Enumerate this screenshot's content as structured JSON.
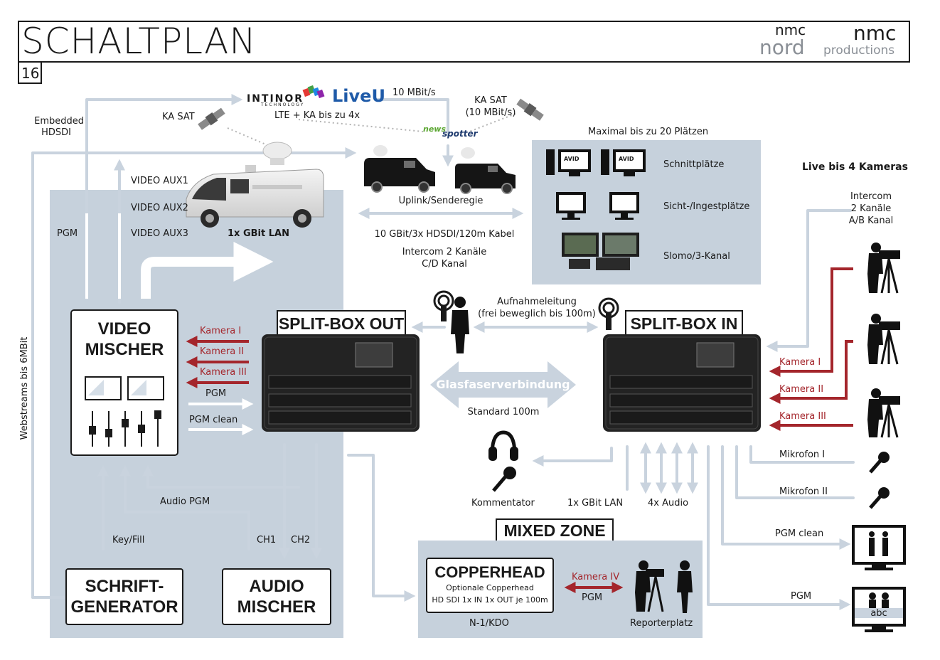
{
  "header": {
    "title": "SCHALTPLAN",
    "page_number": "16",
    "logo_nord_top": "nmc",
    "logo_nord_bottom": "nord",
    "logo_prod_top": "nmc",
    "logo_prod_bottom": "productions"
  },
  "brands": {
    "intinor": "INTINOR",
    "intinor_sub": "TECHNOLOGY",
    "liveu": "LiveU",
    "newspotter_top": "news",
    "newspotter_bottom": "spotter"
  },
  "uplink": {
    "embedded": "Embedded",
    "hdsdi": "HDSDI",
    "ka_sat_left": "KA SAT",
    "lte": "LTE + KA bis zu 4x",
    "rate": "10 MBit/s",
    "ka_sat_right": "KA SAT",
    "ka_sat_right_rate": "(10 MBit/s)",
    "uplink_label": "Uplink/Senderegie",
    "cable": "10 GBit/3x HDSDI/120m Kabel",
    "intercom_cd_1": "Intercom 2 Kanäle",
    "intercom_cd_2": "C/D Kanal"
  },
  "ob_van": {
    "video_aux1": "VIDEO AUX1",
    "video_aux2": "VIDEO AUX2",
    "video_aux3": "VIDEO AUX3",
    "lan": "1x GBit LAN",
    "pgm": "PGM",
    "webstreams": "Webstreams bis 6MBit"
  },
  "workstations": {
    "heading": "Maximal bis zu 20 Plätzen",
    "schnitt": "Schnittplätze",
    "sicht": "Sicht-/Ingestplätze",
    "slomo": "Slomo/3-Kanal",
    "avid": "AVID"
  },
  "video_mixer": {
    "title_line1": "VIDEO",
    "title_line2": "MISCHER",
    "in_cam1": "Kamera I",
    "in_cam2": "Kamera II",
    "in_cam3": "Kamera III",
    "out_pgm": "PGM",
    "out_pgm_clean": "PGM clean"
  },
  "split_out": {
    "title": "SPLIT-BOX OUT"
  },
  "split_in": {
    "title": "SPLIT-BOX IN"
  },
  "fiber": {
    "recording_line_1": "Aufnahmeleitung",
    "recording_line_2": "(frei beweglich bis 100m)",
    "glasfaser": "Glasfaserverbindung",
    "standard": "Standard 100m"
  },
  "lower": {
    "audio_pgm": "Audio PGM",
    "key_fill": "Key/Fill",
    "ch1": "CH1",
    "ch2": "CH2",
    "schrift_line1": "SCHRIFT-",
    "schrift_line2": "GENERATOR",
    "audio_line1": "AUDIO",
    "audio_line2": "MISCHER",
    "kommentator": "Kommentator",
    "lan": "1x GBit LAN",
    "audio4": "4x Audio"
  },
  "mixed_zone": {
    "title": "MIXED ZONE",
    "copperhead": "COPPERHEAD",
    "copper_sub1": "Optionale Copperhead",
    "copper_sub2": "HD SDI 1x IN 1x OUT je 100m",
    "camera4": "Kamera IV",
    "pgm": "PGM",
    "n1": "N-1/KDO",
    "reporter": "Reporterplatz"
  },
  "right": {
    "live_cameras": "Live bis 4 Kameras",
    "intercom_1": "Intercom",
    "intercom_2": "2 Kanäle",
    "intercom_3": "A/B Kanal",
    "cam1": "Kamera I",
    "cam2": "Kamera II",
    "cam3": "Kamera III",
    "mic1": "Mikrofon I",
    "mic2": "Mikrofon II",
    "pgm_clean": "PGM clean",
    "pgm": "PGM",
    "abc": "abc"
  },
  "colors": {
    "panel": "#c6d1dc",
    "arrow": "#c9d3de",
    "red_line": "#a4262c",
    "dark": "#1a1a1a"
  }
}
